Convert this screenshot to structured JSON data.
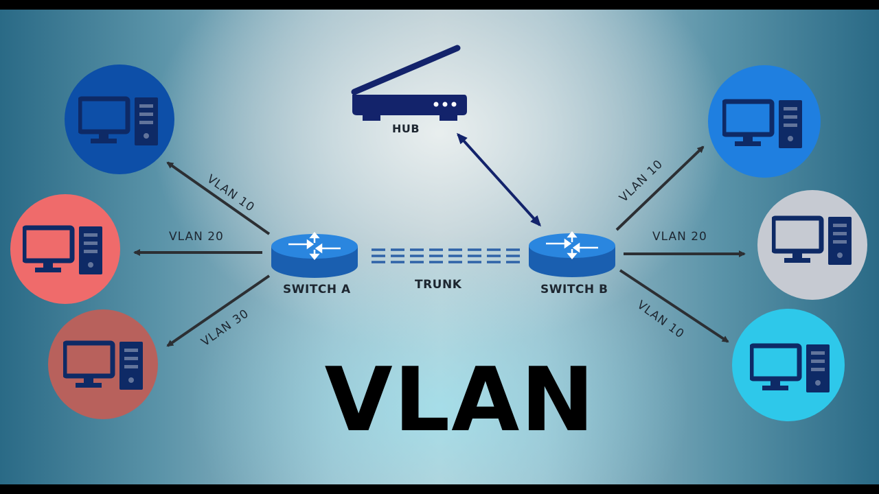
{
  "title": "VLAN",
  "nodes": {
    "hub": "HUB",
    "switch_a": "SWITCH A",
    "switch_b": "SWITCH B",
    "trunk": "TRUNK"
  },
  "links": {
    "a_top": "VLAN 10",
    "a_mid": "VLAN 20",
    "a_bottom": "VLAN 30",
    "b_top": "VLAN 10",
    "b_mid": "VLAN 20",
    "b_bottom": "VLAN 10"
  },
  "colors": {
    "pc_a1": "#0d4fa8",
    "pc_a2": "#ef6b6b",
    "pc_a3": "#b8615c",
    "pc_b1": "#1f7fe0",
    "pc_b2": "#c6cad2",
    "pc_b3": "#2ec8ea",
    "device_icon": "#0e2a66",
    "switch": "#1f78d1"
  }
}
